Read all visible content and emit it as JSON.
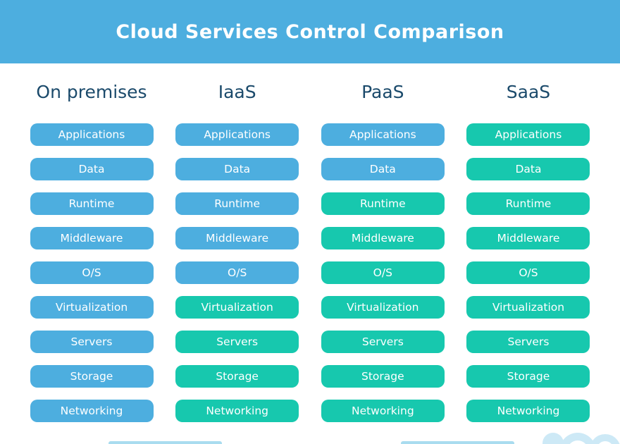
{
  "header": {
    "title": "Cloud Services Control Comparison"
  },
  "colors": {
    "header_bar": "#4DAEDF",
    "you_manage_pill": "#4DAEDF",
    "provider_manages_pill": "#17C8AE",
    "column_header_text": "#1B4A6B",
    "pill_text": "#FFFFFF",
    "legend_partial": "#A9DCEF",
    "cloud_watermark": "#CDE9F6"
  },
  "layer_names": [
    "Applications",
    "Data",
    "Runtime",
    "Middleware",
    "O/S",
    "Virtualization",
    "Servers",
    "Storage",
    "Networking"
  ],
  "columns": [
    {
      "label": "On premises",
      "layers": [
        {
          "label": "Applications",
          "managed": "you"
        },
        {
          "label": "Data",
          "managed": "you"
        },
        {
          "label": "Runtime",
          "managed": "you"
        },
        {
          "label": "Middleware",
          "managed": "you"
        },
        {
          "label": "O/S",
          "managed": "you"
        },
        {
          "label": "Virtualization",
          "managed": "you"
        },
        {
          "label": "Servers",
          "managed": "you"
        },
        {
          "label": "Storage",
          "managed": "you"
        },
        {
          "label": "Networking",
          "managed": "you"
        }
      ]
    },
    {
      "label": "IaaS",
      "layers": [
        {
          "label": "Applications",
          "managed": "you"
        },
        {
          "label": "Data",
          "managed": "you"
        },
        {
          "label": "Runtime",
          "managed": "you"
        },
        {
          "label": "Middleware",
          "managed": "you"
        },
        {
          "label": "O/S",
          "managed": "you"
        },
        {
          "label": "Virtualization",
          "managed": "provider"
        },
        {
          "label": "Servers",
          "managed": "provider"
        },
        {
          "label": "Storage",
          "managed": "provider"
        },
        {
          "label": "Networking",
          "managed": "provider"
        }
      ]
    },
    {
      "label": "PaaS",
      "layers": [
        {
          "label": "Applications",
          "managed": "you"
        },
        {
          "label": "Data",
          "managed": "you"
        },
        {
          "label": "Runtime",
          "managed": "provider"
        },
        {
          "label": "Middleware",
          "managed": "provider"
        },
        {
          "label": "O/S",
          "managed": "provider"
        },
        {
          "label": "Virtualization",
          "managed": "provider"
        },
        {
          "label": "Servers",
          "managed": "provider"
        },
        {
          "label": "Storage",
          "managed": "provider"
        },
        {
          "label": "Networking",
          "managed": "provider"
        }
      ]
    },
    {
      "label": "SaaS",
      "layers": [
        {
          "label": "Applications",
          "managed": "provider"
        },
        {
          "label": "Data",
          "managed": "provider"
        },
        {
          "label": "Runtime",
          "managed": "provider"
        },
        {
          "label": "Middleware",
          "managed": "provider"
        },
        {
          "label": "O/S",
          "managed": "provider"
        },
        {
          "label": "Virtualization",
          "managed": "provider"
        },
        {
          "label": "Servers",
          "managed": "provider"
        },
        {
          "label": "Storage",
          "managed": "provider"
        },
        {
          "label": "Networking",
          "managed": "provider"
        }
      ]
    }
  ]
}
